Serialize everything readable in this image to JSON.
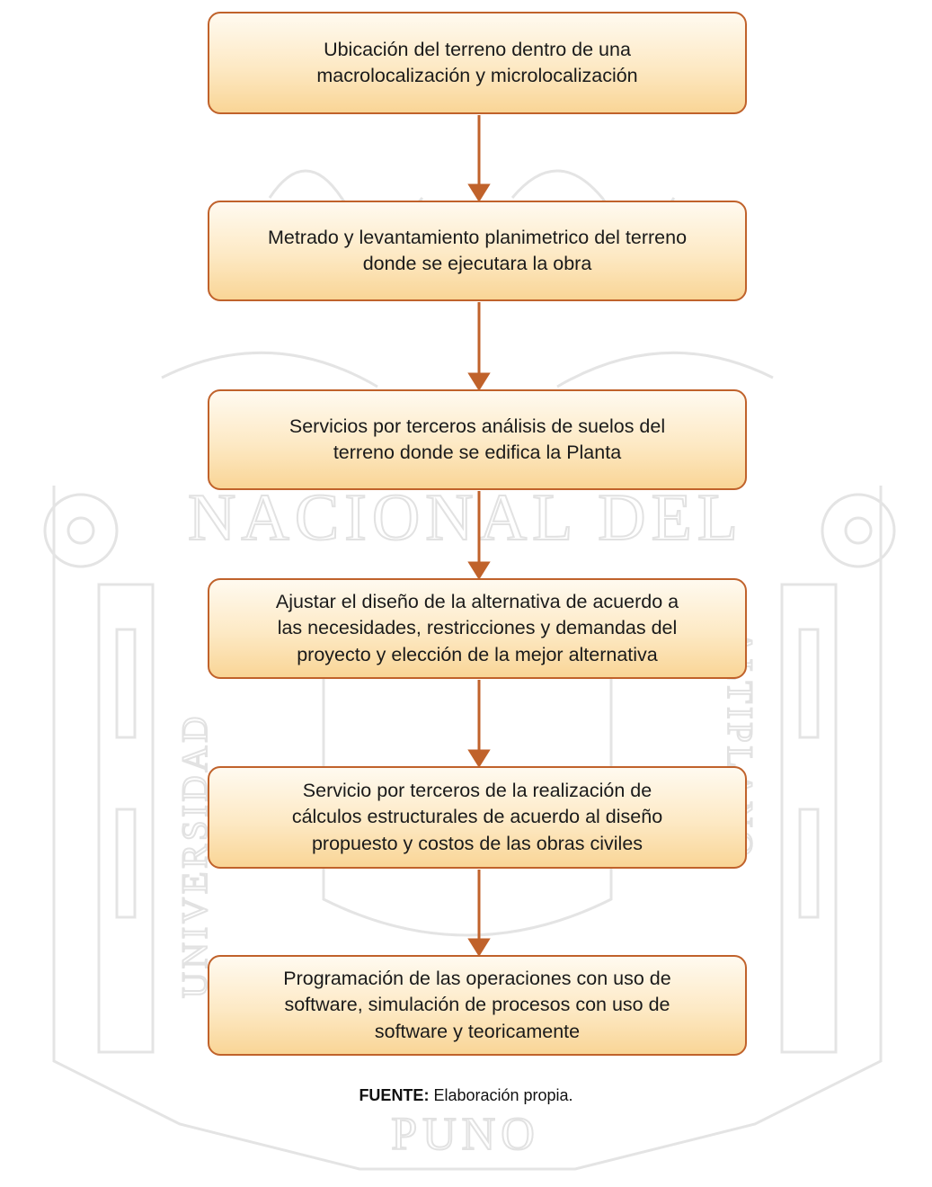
{
  "watermark": {
    "line1": "NACIONAL DEL",
    "left_text": "UNIVERSIDAD",
    "right_text": "ALTIPLANO",
    "bottom_text": "PUNO"
  },
  "flow": {
    "steps": [
      "Ubicación del terreno dentro de una macrolocalización y microlocalización",
      "Metrado y levantamiento planimetrico del terreno donde se ejecutara la obra",
      "Servicios por terceros análisis de suelos del terreno donde se edifica la Planta",
      "Ajustar el diseño de la alternativa de acuerdo a las necesidades, restricciones y demandas del proyecto y elección de la mejor alternativa",
      "Servicio por terceros de la realización de cálculos estructurales de acuerdo al diseño propuesto y costos de las obras civiles",
      "Programación de las operaciones con uso de software, simulación de procesos con uso de software y teoricamente"
    ],
    "step_lines": [
      [
        "Ubicación del terreno dentro de una",
        "macrolocalización y microlocalización"
      ],
      [
        "Metrado y levantamiento planimetrico del terreno",
        "donde se ejecutara la obra"
      ],
      [
        "Servicios por terceros análisis de suelos del",
        "terreno donde se edifica la Planta"
      ],
      [
        "Ajustar el diseño de la alternativa de acuerdo a",
        "las necesidades, restricciones y demandas del",
        "proyecto y elección de la mejor alternativa"
      ],
      [
        "Servicio por terceros de la realización de",
        "cálculos estructurales de acuerdo al diseño",
        "propuesto y costos de las obras civiles"
      ],
      [
        "Programación de las operaciones con uso de",
        "software, simulación de procesos con uso de",
        "software y teoricamente"
      ]
    ]
  },
  "caption": {
    "label": "FUENTE:",
    "text": " Elaboración propia."
  },
  "colors": {
    "box_border": "#c0622b",
    "box_fill_top": "#fffaf0",
    "box_fill_bottom": "#f9d596",
    "connector": "#c0622b",
    "watermark": "#e2e2e2"
  }
}
